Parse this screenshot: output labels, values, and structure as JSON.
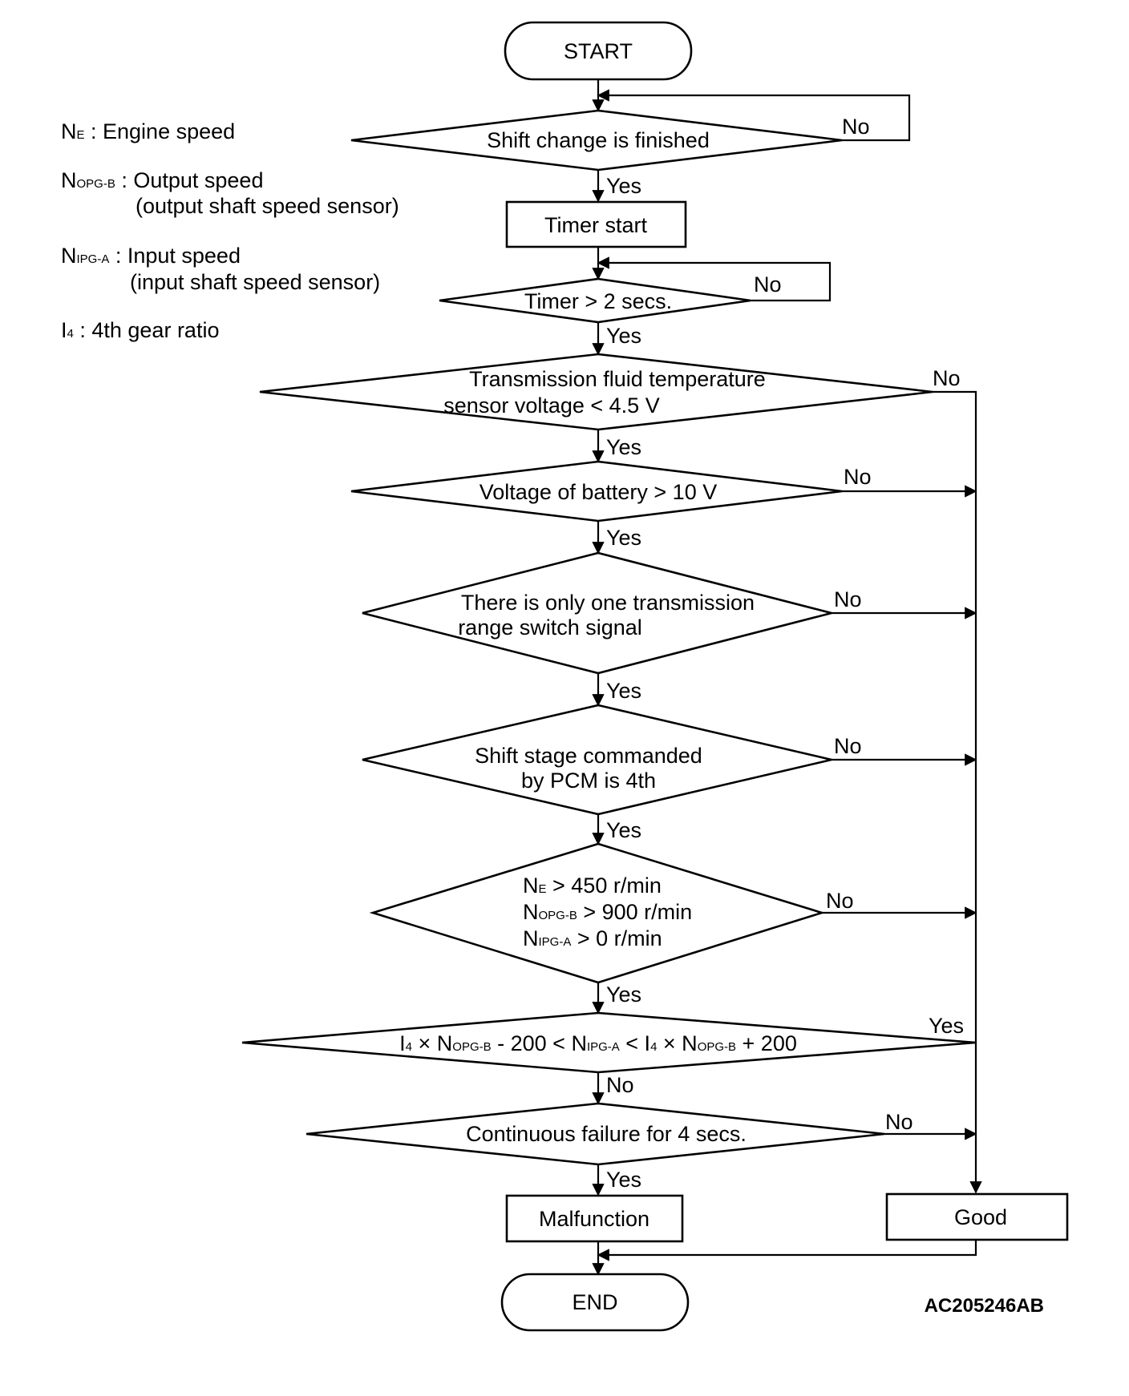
{
  "legend": {
    "ne": {
      "sym": "N",
      "sub": "E",
      "text": " : Engine speed"
    },
    "nopg": {
      "sym": "N",
      "sub": "OPG-B",
      "text": " : Output speed",
      "line2": "(output shaft speed sensor)"
    },
    "nipg": {
      "sym": "N",
      "sub": "IPG-A",
      "text": " : Input speed",
      "line2": "(input shaft speed sensor)"
    },
    "i4": {
      "sym": "I",
      "sub": "4",
      "text": " : 4th gear ratio"
    }
  },
  "nodes": {
    "start": "START",
    "shift_finished": "Shift change is finished",
    "timer_start": "Timer start",
    "timer_gt2": "Timer > 2 secs.",
    "fluid_temp": {
      "line1": "Transmission fluid temperature",
      "line2": "sensor voltage < 4.5 V"
    },
    "battery": "Voltage of battery > 10 V",
    "range_switch": {
      "line1": "There is only one transmission",
      "line2": "range switch signal"
    },
    "shift_stage": {
      "line1": "Shift stage commanded",
      "line2": "by PCM is 4th"
    },
    "speeds": {
      "ne_sym": "N",
      "ne_sub": "E",
      "ne_rest": " > 450 r/min",
      "nopg_sym": "N",
      "nopg_sub": "OPG-B",
      "nopg_rest": " > 900 r/min",
      "nipg_sym": "N",
      "nipg_sub": "IPG-A",
      "nipg_rest": " > 0 r/min"
    },
    "ratio": {
      "p1": "I",
      "p1s": "4",
      "p2": " × N",
      "p2s": "OPG-B",
      "p3": " - 200 < N",
      "p3s": "IPG-A",
      "p4": " < I",
      "p4s": "4",
      "p5": " × N",
      "p5s": "OPG-B",
      "p6": " + 200"
    },
    "continuous": "Continuous failure for 4 secs.",
    "malfunction": "Malfunction",
    "good": "Good",
    "end": "END"
  },
  "labels": {
    "yes": "Yes",
    "no": "No"
  },
  "figure_code": "AC205246AB"
}
